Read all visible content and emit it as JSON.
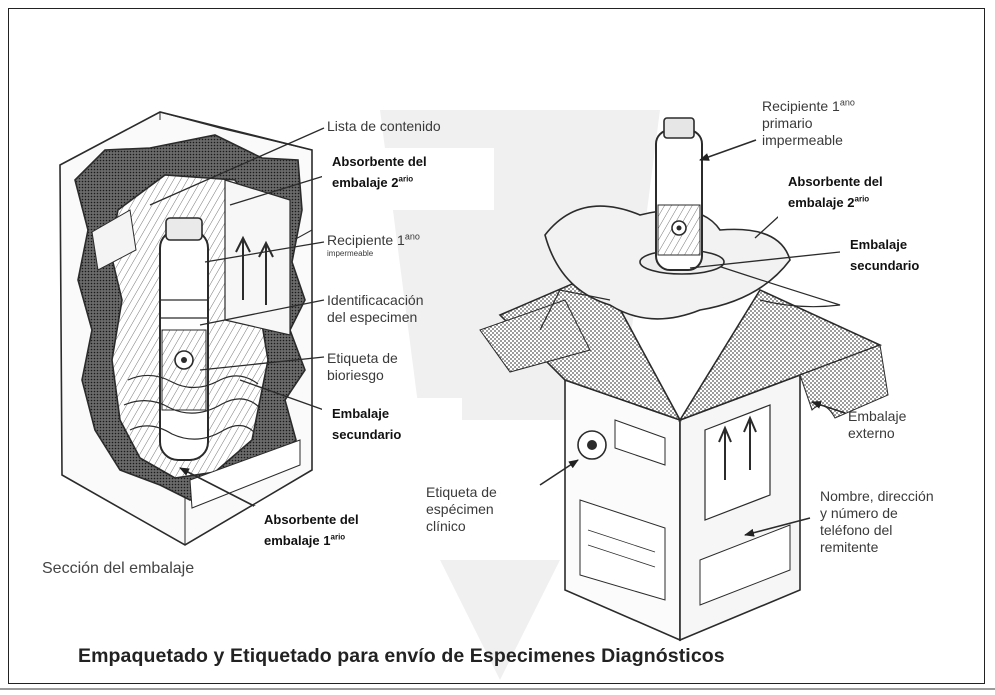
{
  "figure": {
    "caption": "Empaquetado y Etiquetado  para envío de Especimenes Diagnósticos",
    "left_section_label": "Sección del embalaje"
  },
  "left_labels": {
    "lista": "Lista de contenido",
    "recipiente_main": "Recipiente 1",
    "recipiente_sup": "ano",
    "recipiente_small": "impermeable",
    "ident_1": "Identificacación",
    "ident_2": "del especimen",
    "etiqueta_1": "Etiqueta de",
    "etiqueta_2": "bioriesgo"
  },
  "left_boxes": {
    "abs2_1": "Absorbente del",
    "abs2_2": "embalaje 2",
    "abs2_sup": "ario",
    "sec_1": "Embalaje",
    "sec_2": "secundario",
    "abs1_1": "Absorbente del",
    "abs1_2": "embalaje 1",
    "abs1_sup": "ario"
  },
  "right_labels": {
    "recip_1": "Recipiente 1",
    "recip_sup": "ano",
    "recip_2": "primario",
    "recip_3": "impermeable",
    "externo_1": "Embalaje",
    "externo_2": "externo",
    "etq_1": "Etiqueta de",
    "etq_2": "espécimen",
    "etq_3": "clínico",
    "nombre_1": "Nombre, dirección",
    "nombre_2": "y número de",
    "nombre_3": "teléfono del",
    "nombre_4": "remitente"
  },
  "right_boxes": {
    "abs2_1": "Absorbente del",
    "abs2_2": "embalaje 2",
    "abs2_sup": "ario",
    "sec_1": "Embalaje",
    "sec_2": "secundario"
  },
  "colors": {
    "line": "#2b2b2b",
    "hatch": "#3a3a3a",
    "light_fill": "#f2f2f2"
  }
}
